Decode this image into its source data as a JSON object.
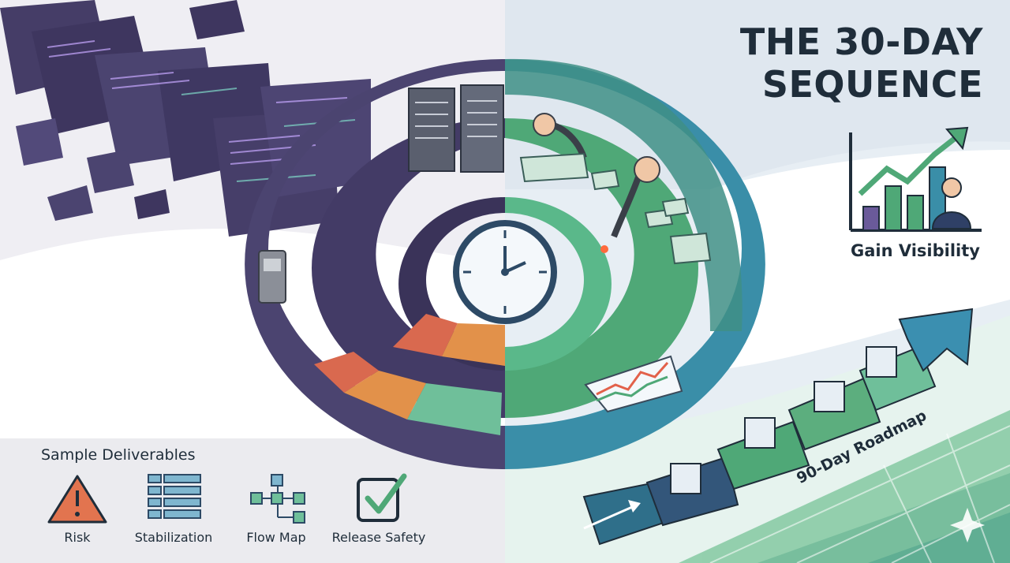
{
  "title": {
    "line1": "THE 30-DAY",
    "line2": "SEQUENCE"
  },
  "gain_visibility": {
    "label": "Gain Visibility"
  },
  "roadmap": {
    "label": "90-Day Roadmap"
  },
  "deliverables": {
    "title": "Sample Deliverables",
    "items": [
      {
        "label": "Risk",
        "icon": "warning-triangle-icon"
      },
      {
        "label": "Stabilization",
        "icon": "stacked-list-icon"
      },
      {
        "label": "Flow Map",
        "icon": "flow-map-icon"
      },
      {
        "label": "Release Safety",
        "icon": "checkbox-check-icon"
      }
    ]
  },
  "colors": {
    "left_purple": "#4b4470",
    "right_teal": "#3a8ea8",
    "green": "#4fa877",
    "orange": "#e2914a",
    "red": "#d9694f",
    "ink": "#1f2d3a",
    "panel_gray": "#ebebef",
    "top_right_bg": "#dfe7ef"
  }
}
